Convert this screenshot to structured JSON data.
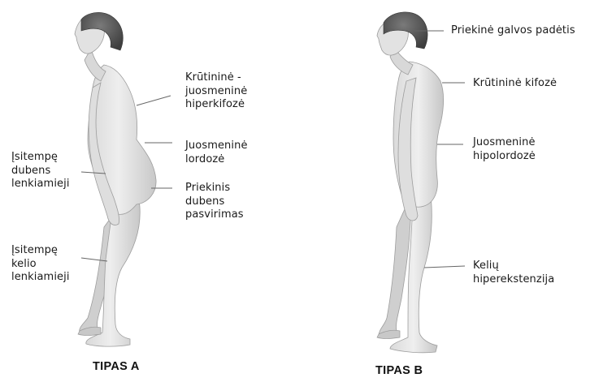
{
  "figure_a": {
    "caption": "TIPAS A",
    "labels": {
      "thoracolumbar": [
        "Krūtininė -",
        "juosmeninė",
        "hiperkifozė"
      ],
      "lumbar_lordosis": [
        "Juosmeninė",
        "lordozė"
      ],
      "hip_flexors": [
        "Įsitempę",
        "dubens",
        "lenkiamieji"
      ],
      "pelvic_tilt": [
        "Priekinis",
        "dubens",
        "pasvirimas"
      ],
      "knee_flexors": [
        "Įsitempę",
        "kelio",
        "lenkiamieji"
      ]
    }
  },
  "figure_b": {
    "caption": "TIPAS B",
    "labels": {
      "head_position": [
        "Priekinė galvos padėtis"
      ],
      "thoracic_kyphosis": [
        "Krūtininė kifozė"
      ],
      "lumbar_hypolordosis": [
        "Juosmeninė",
        "hipolordozė"
      ],
      "knee_hyperextension": [
        "Kelių",
        "hiperekstenzija"
      ]
    }
  },
  "colors": {
    "skin_light": "#e8e8e8",
    "skin_mid": "#cfcfcf",
    "skin_shadow": "#b5b5b5",
    "hair": "#4a4a4a",
    "leader_line": "#666666",
    "text": "#1a1a1a"
  }
}
